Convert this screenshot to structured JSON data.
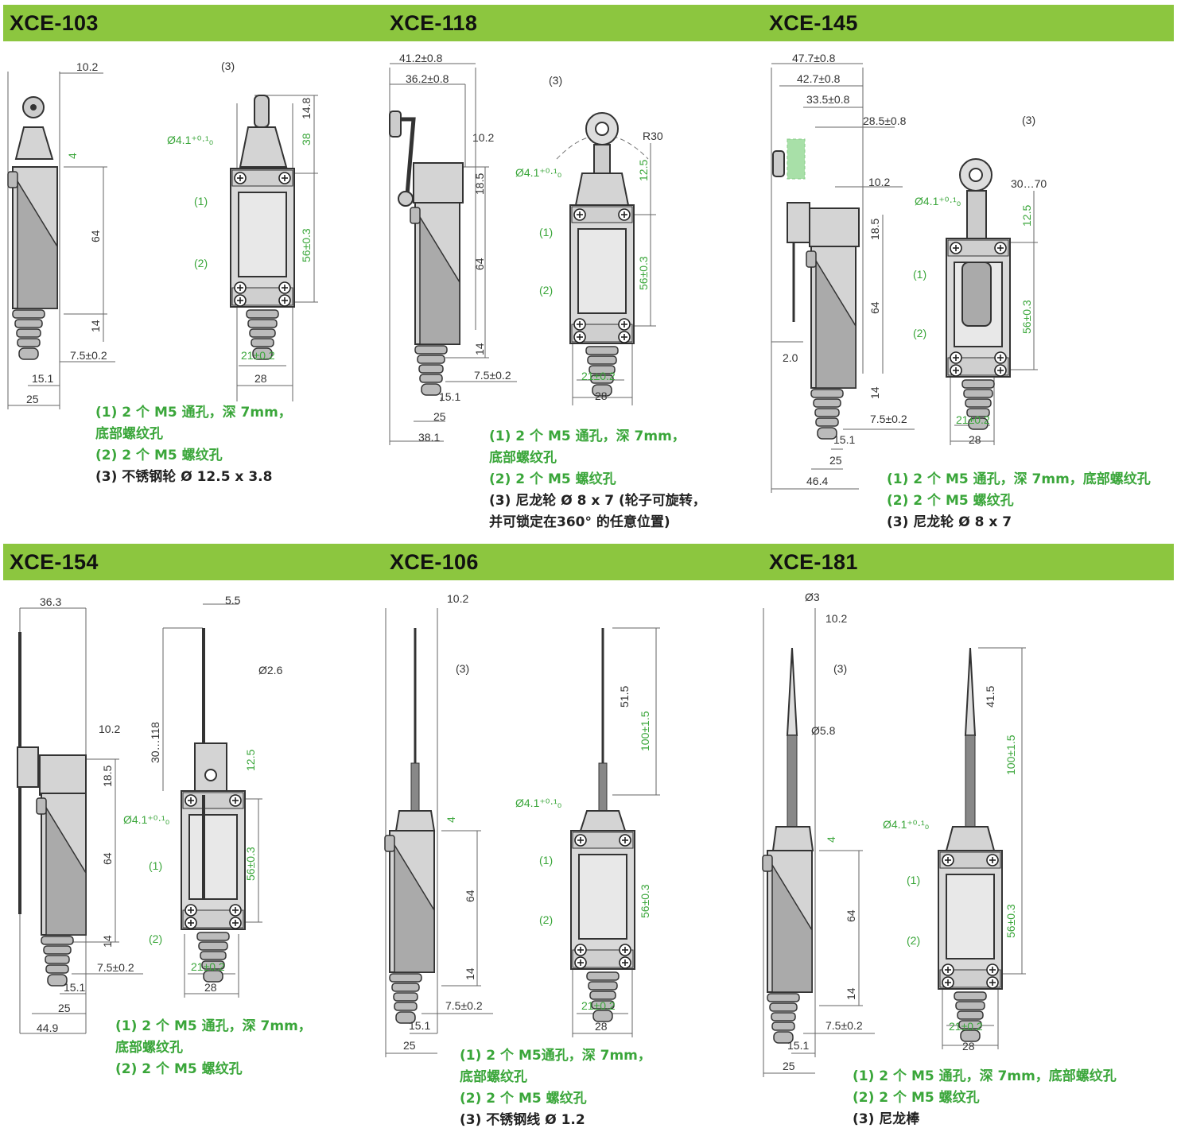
{
  "colors": {
    "band": "#8cc63f",
    "green": "#3aa63a",
    "line": "#555555",
    "body": "#c9c9c9",
    "dark": "#888888"
  },
  "models": [
    {
      "title": "XCE-103",
      "notes": [
        "(1) 2 个 M5 通孔，深 7mm，",
        "底部螺纹孔",
        "(2) 2 个 M5 螺纹孔"
      ],
      "note3": "(3) 不锈钢轮 Ø 12.5 x 3.8",
      "dims": {
        "d1": "10.2",
        "d2": "4",
        "d3": "64",
        "d4": "14",
        "d5": "7.5±0.2",
        "d6": "15.1",
        "d7": "25",
        "callout": "(3)",
        "g1": "14.8",
        "g2": "38",
        "hole": "Ø4.1⁺⁰·¹₀",
        "c1": "(1)",
        "c2": "(2)",
        "g3": "56±0.3",
        "g4": "21±0.2",
        "g5": "28"
      }
    },
    {
      "title": "XCE-118",
      "notes": [
        "(1) 2 个 M5 通孔，深 7mm，",
        "底部螺纹孔",
        "(2) 2 个 M5 螺纹孔"
      ],
      "note3": [
        "(3) 尼龙轮 Ø 8 x 7 (轮子可旋转，",
        "并可锁定在360° 的任意位置)"
      ],
      "dims": {
        "d0": "41.2±0.8",
        "da": "36.2±0.8",
        "d1": "10.2",
        "d2": "18.5",
        "d3": "64",
        "d4": "14",
        "d5": "7.5±0.2",
        "d6": "15.1",
        "d7": "25",
        "d8": "38.1",
        "callout": "(3)",
        "r": "R30",
        "g1": "12.5",
        "hole": "Ø4.1⁺⁰·¹₀",
        "c1": "(1)",
        "c2": "(2)",
        "g3": "56±0.3",
        "g4": "21±0.2",
        "g5": "28"
      }
    },
    {
      "title": "XCE-145",
      "notes": [
        "(1) 2 个 M5 通孔，深 7mm，底部螺纹孔",
        "(2) 2 个 M5 螺纹孔"
      ],
      "note3": "(3) 尼龙轮 Ø 8 x 7",
      "dims": {
        "d0": "47.7±0.8",
        "da": "42.7±0.8",
        "db": "33.5±0.8",
        "dc": "28.5±0.8",
        "d1": "10.2",
        "d2": "18.5",
        "d3": "64",
        "d4": "14",
        "d5": "7.5±0.2",
        "d6": "15.1",
        "d7": "25",
        "d8": "46.4",
        "d9": "2.0",
        "callout": "(3)",
        "range": "30…70",
        "g1": "12.5",
        "hole": "Ø4.1⁺⁰·¹₀",
        "c1": "(1)",
        "c2": "(2)",
        "g3": "56±0.3",
        "g4": "21±0.2",
        "g5": "28"
      }
    },
    {
      "title": "XCE-154",
      "notes": [
        "(1) 2 个 M5 通孔，深 7mm，",
        "底部螺纹孔",
        "(2) 2 个 M5 螺纹孔"
      ],
      "dims": {
        "d0": "36.3",
        "d1": "10.2",
        "d2": "18.5",
        "d3": "64",
        "d4": "14",
        "d5": "7.5±0.2",
        "d6": "15.1",
        "d7": "25",
        "d8": "44.9",
        "t1": "5.5",
        "t2": "Ø2.6",
        "t3": "30…118",
        "g1": "12.5",
        "hole": "Ø4.1⁺⁰·¹₀",
        "c1": "(1)",
        "c2": "(2)",
        "g3": "56±0.3",
        "g4": "21±0.2",
        "g5": "28"
      }
    },
    {
      "title": "XCE-106",
      "notes": [
        "(1) 2 个 M5通孔，深 7mm，",
        "底部螺纹孔",
        "(2) 2 个 M5 螺纹孔"
      ],
      "note3": "(3) 不锈钢线 Ø 1.2",
      "dims": {
        "d1": "10.2",
        "callout": "(3)",
        "d2": "4",
        "d3": "64",
        "d4": "14",
        "d5": "7.5±0.2",
        "d6": "15.1",
        "d7": "25",
        "t1": "51.5",
        "g1": "100±1.5",
        "hole": "Ø4.1⁺⁰·¹₀",
        "c1": "(1)",
        "c2": "(2)",
        "g3": "56±0.3",
        "g4": "21±0.2",
        "g5": "28"
      }
    },
    {
      "title": "XCE-181",
      "notes": [
        "(1) 2 个 M5 通孔，深 7mm，底部螺纹孔",
        "(2) 2 个 M5 螺纹孔"
      ],
      "note3": "(3) 尼龙棒",
      "dims": {
        "d0": "Ø3",
        "d1": "10.2",
        "callout": "(3)",
        "da": "Ø5.8",
        "d2": "4",
        "d3": "64",
        "d4": "14",
        "d5": "7.5±0.2",
        "d6": "15.1",
        "d7": "25",
        "t1": "41.5",
        "g1": "100±1.5",
        "hole": "Ø4.1⁺⁰·¹₀",
        "c1": "(1)",
        "c2": "(2)",
        "g3": "56±0.3",
        "g4": "21±0.2",
        "g5": "28"
      }
    }
  ]
}
